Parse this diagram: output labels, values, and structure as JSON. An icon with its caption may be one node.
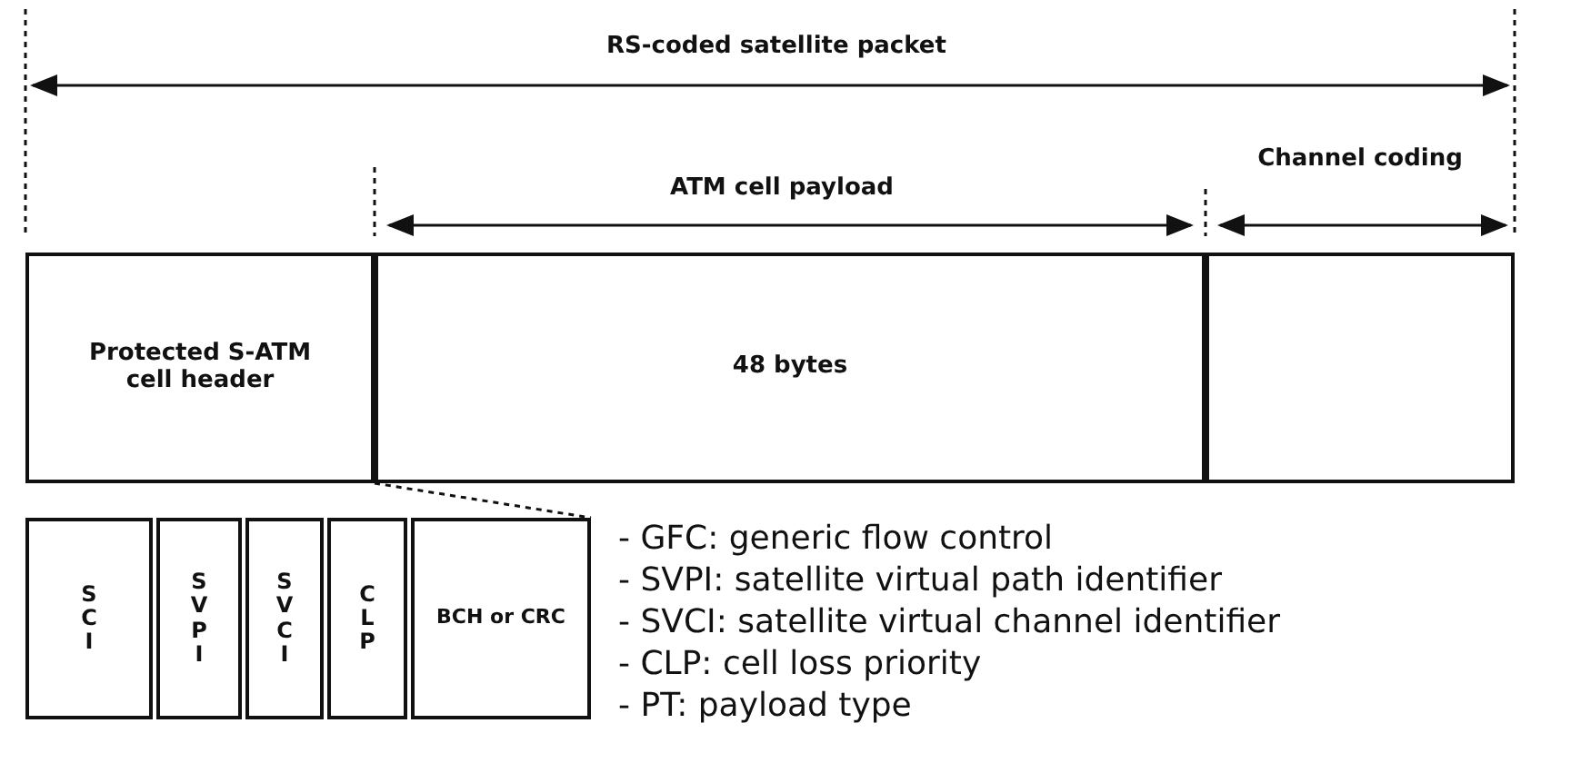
{
  "diagram": {
    "nodes": [
      {
        "text": [
          "Protected S-ATM cell header"
        ]
      },
      {
        "text": [
          "48 bytes"
        ]
      },
      {
        "text": [],
        "shape": "box"
      },
      {
        "text": [
          "SCI"
        ]
      },
      {
        "text": [
          "SVPI"
        ]
      },
      {
        "text": [
          "SVCI"
        ]
      },
      {
        "text": [
          "CLP"
        ]
      },
      {
        "text": [
          "BCH or CRC"
        ]
      }
    ],
    "edges": [
      {
        "from": 0,
        "to": 7,
        "arrow": "none",
        "style": "dashed"
      }
    ],
    "labels": [
      "RS-coded satellite packet",
      "ATM cell payload",
      "Channel coding",
      "- GFC: generic flow control",
      "- SVPI: satellite virtual path identifier",
      "- SVCI: satellite virtual channel identifier",
      "- CLP: cell loss priority",
      "- PT: payload type"
    ]
  }
}
